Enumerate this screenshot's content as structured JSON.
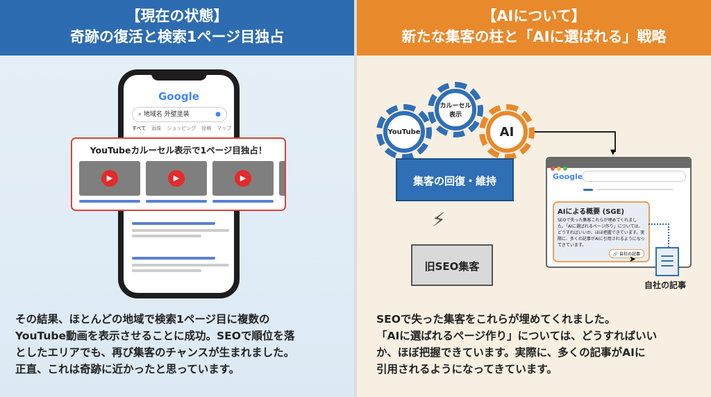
{
  "left": {
    "header": {
      "line1": "【現在の状態】",
      "line2": "奇跡の復活と検索1ページ目独占"
    },
    "phone": {
      "google_logo": "Google",
      "search_query": "地域名 外壁塗装",
      "tabs": [
        "すべて",
        "画像",
        "ショッピング",
        "投稿",
        "マップ"
      ]
    },
    "callout_title": "YouTubeカルーセル表示で1ページ目独占！",
    "body": [
      "その結果、ほとんどの地域で検索1ページ目に複数の",
      "YouTube動画を表示させることに成功。SEOで順位を落",
      "としたエリアでも、再び集客のチャンスが生まれました。",
      "正直、これは奇跡に近かったと思っています。"
    ]
  },
  "right": {
    "header": {
      "line1": "【AIについて】",
      "line2": "新たな集客の柱と「AIに選ばれる」戦略"
    },
    "gears": {
      "youtube": "YouTube",
      "carousel": "カルーセル表示",
      "ai": "AI"
    },
    "box_label": "集客の回復・維持",
    "old_box_label": "旧SEO集客",
    "browser": {
      "google_logo": "Google",
      "sge_title": "AIによる概要 (SGE)",
      "sge_text": "SEOで失った集客これらが埋めてくれました。「AIに選ばれるページ作り」については、どうすればいいか、ほぼ把握できています。実際に、多くの記事がAIに引用されるようになってきています。",
      "sge_link": "自社の記事"
    },
    "doc_label": "自社の記事",
    "body": [
      "SEOで失った集客をこれらが埋めてくれました。",
      "「AIに選ばれるページ作り」については、どうすればいい",
      "か、ほぼ把握できています。実際に、多くの記事がAIに",
      "引用されるようになってきています。"
    ]
  },
  "colors": {
    "blue": "#2d6cb0",
    "orange": "#e8892b",
    "red": "#d9443a"
  }
}
